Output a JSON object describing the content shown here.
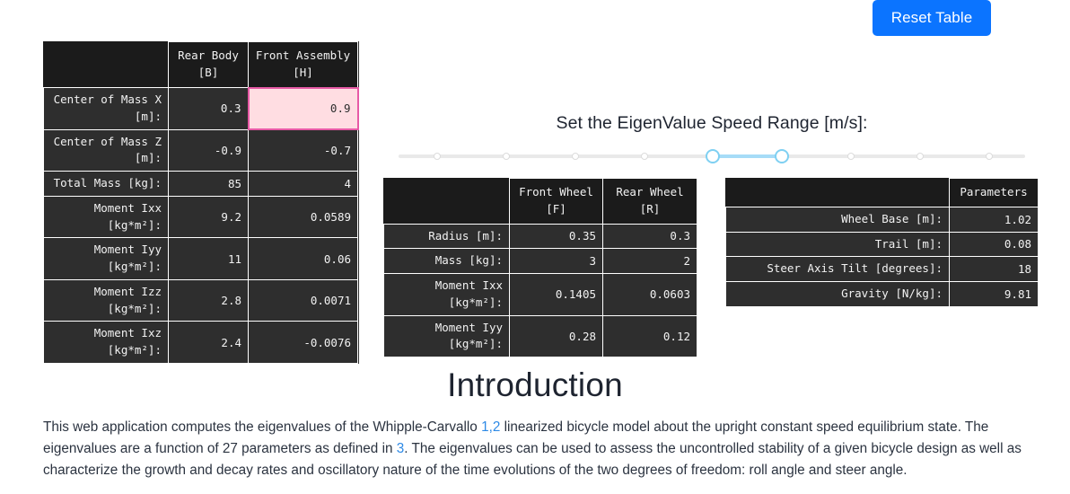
{
  "toolbar": {
    "reset_label": "Reset Table",
    "accent_color": "#0b74ff"
  },
  "body_assembly_table": {
    "name": "rear-body-front-assembly",
    "headers": [
      "",
      "Rear Body\n[B]",
      "Front Assembly\n[H]"
    ],
    "rows": [
      {
        "label": "Center of Mass X\n[m]:",
        "b": "0.3",
        "h": "0.9",
        "highlight": "h"
      },
      {
        "label": "Center of Mass Z\n[m]:",
        "b": "-0.9",
        "h": "-0.7"
      },
      {
        "label": "Total Mass [kg]:",
        "b": "85",
        "h": "4"
      },
      {
        "label": "Moment Ixx\n[kg*m²]:",
        "b": "9.2",
        "h": "0.0589"
      },
      {
        "label": "Moment Iyy\n[kg*m²]:",
        "b": "11",
        "h": "0.06"
      },
      {
        "label": "Moment Izz\n[kg*m²]:",
        "b": "2.8",
        "h": "0.0071"
      },
      {
        "label": "Moment Ixz\n[kg*m²]:",
        "b": "2.4",
        "h": "-0.0076"
      }
    ],
    "highlight_bg": "#ffdde2",
    "highlight_border": "#e75aa6"
  },
  "wheels_table": {
    "name": "wheels",
    "headers": [
      "",
      "Front Wheel\n[F]",
      "Rear Wheel\n[R]"
    ],
    "rows": [
      {
        "label": "Radius [m]:",
        "f": "0.35",
        "r": "0.3"
      },
      {
        "label": "Mass [kg]:",
        "f": "3",
        "r": "2"
      },
      {
        "label": "Moment Ixx\n[kg*m²]:",
        "f": "0.1405",
        "r": "0.0603"
      },
      {
        "label": "Moment Iyy\n[kg*m²]:",
        "f": "0.28",
        "r": "0.12"
      }
    ]
  },
  "parameters_table": {
    "name": "general-parameters",
    "headers": [
      "",
      "Parameters"
    ],
    "rows": [
      {
        "label": "Wheel Base [m]:",
        "value": "1.02"
      },
      {
        "label": "Trail [m]:",
        "value": "0.08"
      },
      {
        "label": "Steer Axis Tilt [degrees]:",
        "value": "18"
      },
      {
        "label": "Gravity [N/kg]:",
        "value": "9.81"
      }
    ]
  },
  "speed_slider": {
    "title": "Set the EigenValue Speed Range [m/s]:",
    "tick_positions_pct": [
      6.2,
      17.2,
      28.2,
      39.2,
      50.2,
      61.2,
      72.2,
      83.2,
      94.2
    ],
    "handles_pct": [
      50.2,
      61.2
    ],
    "range_color": "#a6dcf7",
    "handle_color": "#7fd0f2",
    "track_color": "#e9e9e9"
  },
  "introduction": {
    "heading": "Introduction",
    "paragraph_parts": [
      {
        "type": "text",
        "text": "This web application computes the eigenvalues of the Whipple-Carvallo "
      },
      {
        "type": "link",
        "text": "1,2"
      },
      {
        "type": "text",
        "text": " linearized bicycle model about the upright constant speed equilibrium state. The eigenvalues are a function of 27 parameters as defined in "
      },
      {
        "type": "link",
        "text": "3"
      },
      {
        "type": "text",
        "text": ". The eigenvalues can be used to assess the uncontrolled stability of a given bicycle design as well as characterize the growth and decay rates and oscillatory nature of the time evolutions of the two degrees of freedom: roll angle and steer angle."
      }
    ]
  }
}
